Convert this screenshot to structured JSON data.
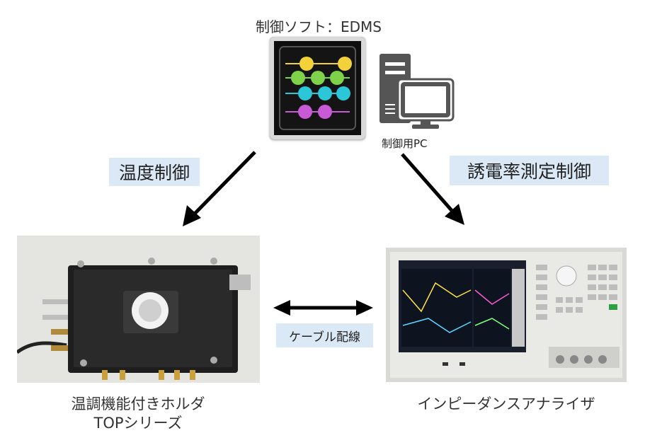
{
  "software": {
    "caption": "制御ソフト：EDMS",
    "icon": "edms-app-icon"
  },
  "pc": {
    "label": "制御用PC",
    "icon": "computer-icon"
  },
  "flows": {
    "temperature_control": "温度制御",
    "dielectric_control": "誘電率測定制御",
    "cable": "ケーブル配線"
  },
  "devices": {
    "holder": {
      "caption_line1": "温調機能付きホルダ",
      "caption_line2": "TOPシリーズ"
    },
    "analyzer": {
      "caption": "インピーダンスアナライザ"
    }
  },
  "colors": {
    "label_bg": "#dbe8f6",
    "arrow": "#000000",
    "icon_yellow": "#f2d13a",
    "icon_green": "#7fd34a",
    "icon_cyan": "#2bc6d8",
    "icon_magenta": "#c85ad6",
    "pc_gray": "#555555"
  }
}
